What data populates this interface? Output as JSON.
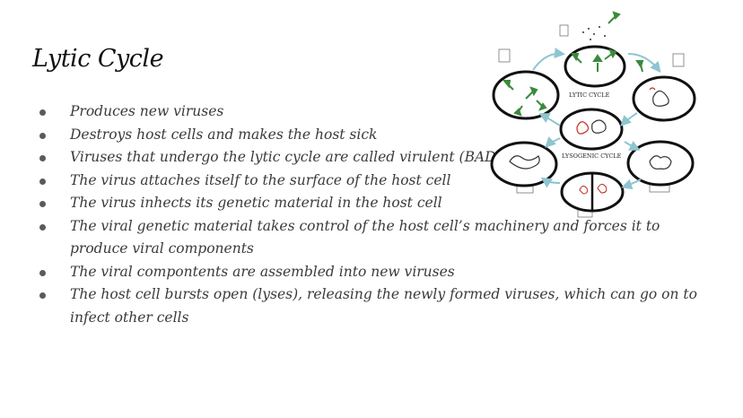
{
  "slide": {
    "title": "Lytic Cycle",
    "bullets": [
      "Produces new viruses",
      "Destroys host cells and makes the host sick",
      "Viruses that undergo the lytic cycle are called virulent (BAD)",
      "The virus attaches itself to the surface of the host cell",
      "The virus inhects its genetic material in the host cell",
      "The viral genetic material takes control of the host cell’s machinery and forces it to produce viral components",
      "The viral compontents are assembled into new viruses",
      "The host cell bursts open (lyses), releasing the newly formed viruses, which can go on to infect other cells"
    ]
  },
  "diagram": {
    "lytic_label": "LYTIC CYCLE",
    "lysogenic_label": "LYSOGENIC CYCLE",
    "colors": {
      "virus": "#3a8a3a",
      "arrow": "#8ec5d0",
      "dna": "#c0392b"
    }
  }
}
